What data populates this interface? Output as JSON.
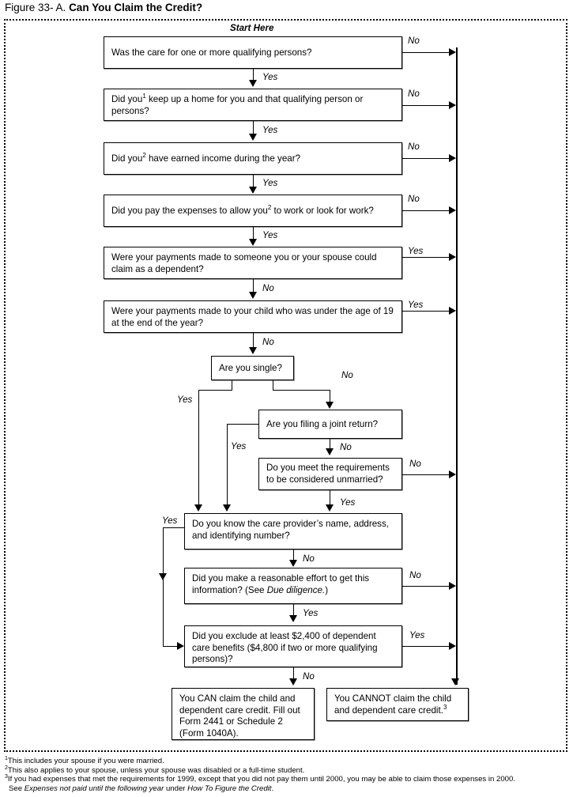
{
  "figure": {
    "number": "Figure 33- A.",
    "title": "Can You Claim the Credit?"
  },
  "start_label": "Start Here",
  "chart_data": {
    "type": "diagram",
    "title": "Can You Claim the Credit?",
    "nodes": [
      {
        "id": "q1",
        "text_html": "Was the care for one or more qualifying persons?"
      },
      {
        "id": "q2",
        "text_html": "Did you<sup>1</sup> keep up a home for you and that qualifying person or persons?"
      },
      {
        "id": "q3",
        "text_html": "Did you<sup>2</sup> have earned income during the year?"
      },
      {
        "id": "q4",
        "text_html": "Did you pay the expenses to allow you<sup>2</sup> to work or look for work?"
      },
      {
        "id": "q5",
        "text_html": "Were your payments made to someone you or your spouse could claim as a dependent?"
      },
      {
        "id": "q6",
        "text_html": "Were your payments made to your child who was under the age of 19 at the end of the year?"
      },
      {
        "id": "q7",
        "text_html": "Are you single?"
      },
      {
        "id": "q8",
        "text_html": "Are you filing a joint return?"
      },
      {
        "id": "q9",
        "text_html": "Do you meet the requirements to be considered unmarried?"
      },
      {
        "id": "q10",
        "text_html": "Do you know the care provider&rsquo;s name, address, and identifying number?"
      },
      {
        "id": "q11",
        "text_html": "Did you make a reasonable effort to get this information? (See <i>Due diligence.</i>)"
      },
      {
        "id": "q12",
        "text_html": "Did you exclude at least $2,400 of dependent care benefits ($4,800 if two or more qualifying persons)?"
      },
      {
        "id": "can",
        "text_html": "You CAN claim the child and dependent care credit. Fill out Form 2441 or Schedule 2 (Form 1040A)."
      },
      {
        "id": "cannot",
        "text_html": "You CANNOT claim the child and dependent care credit.<sup>3</sup>"
      }
    ],
    "edges": [
      {
        "from": "q1",
        "to": "q2",
        "label": "Yes"
      },
      {
        "from": "q1",
        "to": "cannot",
        "label": "No"
      },
      {
        "from": "q2",
        "to": "q3",
        "label": "Yes"
      },
      {
        "from": "q2",
        "to": "cannot",
        "label": "No"
      },
      {
        "from": "q3",
        "to": "q4",
        "label": "Yes"
      },
      {
        "from": "q3",
        "to": "cannot",
        "label": "No"
      },
      {
        "from": "q4",
        "to": "q5",
        "label": "Yes"
      },
      {
        "from": "q4",
        "to": "cannot",
        "label": "No"
      },
      {
        "from": "q5",
        "to": "q6",
        "label": "No"
      },
      {
        "from": "q5",
        "to": "cannot",
        "label": "Yes"
      },
      {
        "from": "q6",
        "to": "q7",
        "label": "No"
      },
      {
        "from": "q6",
        "to": "cannot",
        "label": "Yes"
      },
      {
        "from": "q7",
        "to": "q10",
        "label": "Yes"
      },
      {
        "from": "q7",
        "to": "q8",
        "label": "No"
      },
      {
        "from": "q8",
        "to": "q10",
        "label": "Yes"
      },
      {
        "from": "q8",
        "to": "q9",
        "label": "No"
      },
      {
        "from": "q9",
        "to": "q10",
        "label": "Yes"
      },
      {
        "from": "q9",
        "to": "cannot",
        "label": "No"
      },
      {
        "from": "q10",
        "to": "q12",
        "label": "Yes"
      },
      {
        "from": "q10",
        "to": "q11",
        "label": "No"
      },
      {
        "from": "q11",
        "to": "q12",
        "label": "Yes"
      },
      {
        "from": "q11",
        "to": "cannot",
        "label": "No"
      },
      {
        "from": "q12",
        "to": "can",
        "label": "No"
      },
      {
        "from": "q12",
        "to": "cannot",
        "label": "Yes"
      }
    ]
  },
  "labels": {
    "yes": "Yes",
    "no": "No"
  },
  "nodes": {
    "q1": "Was the care for one or more qualifying persons?",
    "q2a": "Did you",
    "q2b": " keep up a home for you and that qualifying person or persons?",
    "q3a": "Did you",
    "q3b": " have earned income during the year?",
    "q4a": "Did you pay the expenses to allow you",
    "q4b": " to work or look for work?",
    "q5": "Were your payments made to someone you or your spouse could claim as a dependent?",
    "q6": "Were your payments made to your child who was under the age of 19 at the end of the year?",
    "q7": "Are you single?",
    "q8": "Are you filing a joint return?",
    "q9": "Do you meet the requirements to be considered unmarried?",
    "q10": "Do you know the care provider’s name, address, and identifying number?",
    "q11a": "Did you make a reasonable effort to get this information? (See ",
    "q11b": "Due diligence.",
    "q11c": ")",
    "q12": "Did you exclude at least $2,400 of dependent care benefits ($4,800 if two or more qualifying persons)?",
    "can": "You CAN claim the child and dependent care credit. Fill out Form 2441 or Schedule 2 (Form 1040A).",
    "cannot": "You CANNOT claim the child and dependent care credit.",
    "sup1": "1",
    "sup2": "2",
    "sup3": "3"
  },
  "footnotes": {
    "f1_sup": "1",
    "f1": "This includes your spouse if you were married.",
    "f2_sup": "2",
    "f2": "This also applies to your spouse, unless your spouse was disabled or a full-time student.",
    "f3_sup": "3",
    "f3": "If you had expenses that met the requirements for 1999, except that you did not pay them until 2000, you may be able to claim those expenses in 2000.",
    "f3_line2_a": "See ",
    "f3_line2_b": "Expenses not paid until the following year",
    "f3_line2_c": " under ",
    "f3_line2_d": "How To Figure the Credit",
    "f3_line2_e": "."
  }
}
